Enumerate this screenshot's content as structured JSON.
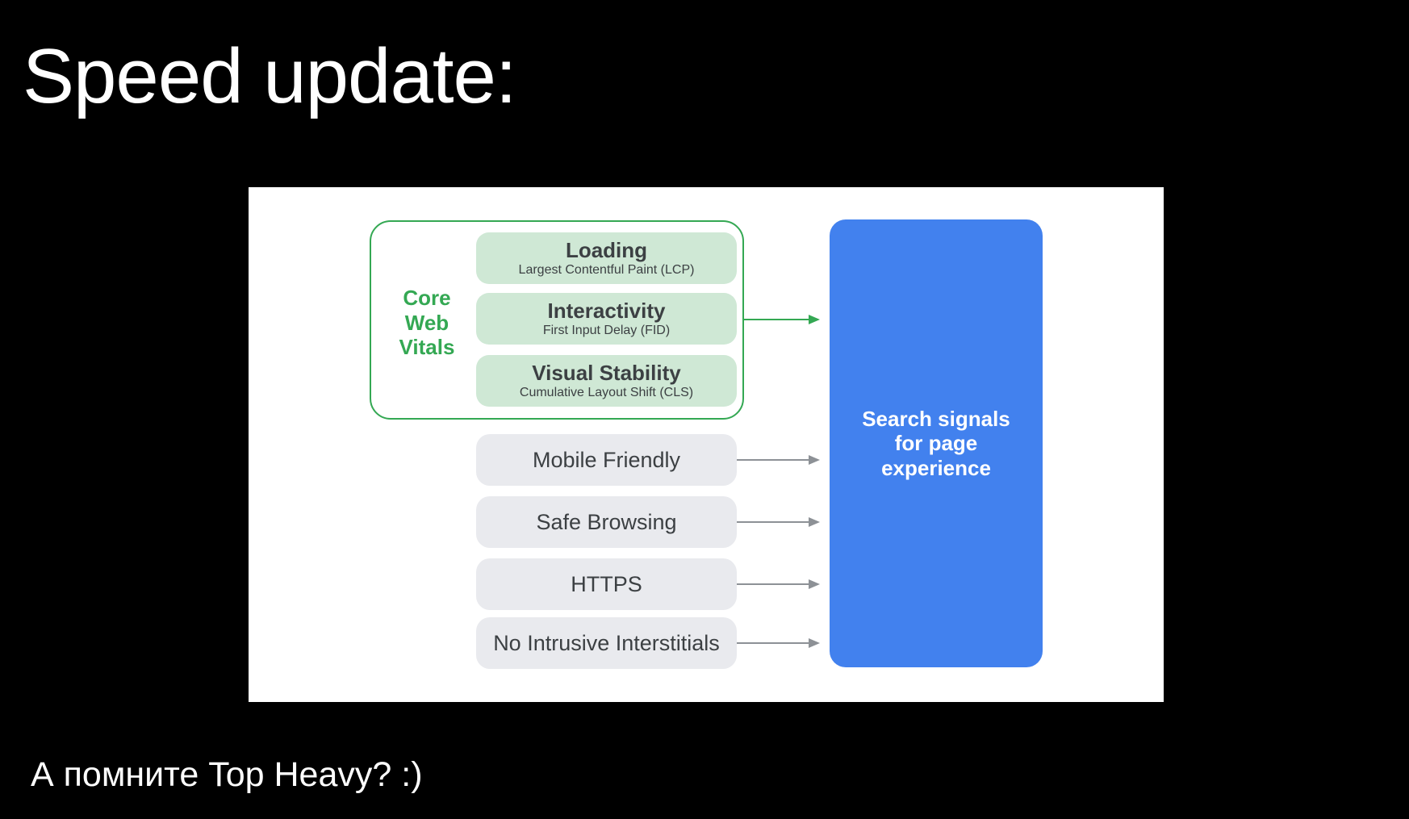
{
  "slide": {
    "title": "Speed update:",
    "footnote": "А помните Top Heavy? :)"
  },
  "diagram": {
    "core_web_vitals": {
      "label": "Core Web Vitals",
      "items": [
        {
          "title": "Loading",
          "subtitle": "Largest Contentful Paint (LCP)"
        },
        {
          "title": "Interactivity",
          "subtitle": "First Input Delay (FID)"
        },
        {
          "title": "Visual Stability",
          "subtitle": "Cumulative Layout Shift (CLS)"
        }
      ]
    },
    "other_signals": [
      "Mobile Friendly",
      "Safe Browsing",
      "HTTPS",
      "No Intrusive Interstitials"
    ],
    "result_label": "Search signals for page experience"
  },
  "colors": {
    "background": "#000000",
    "panel": "#ffffff",
    "green_accent": "#34a853",
    "green_fill": "#cfe8d5",
    "gray_fill": "#e9eaee",
    "blue_fill": "#4281ee",
    "dark_text": "#3c4043",
    "arrow_gray": "#8d9196",
    "white_text": "#ffffff"
  }
}
